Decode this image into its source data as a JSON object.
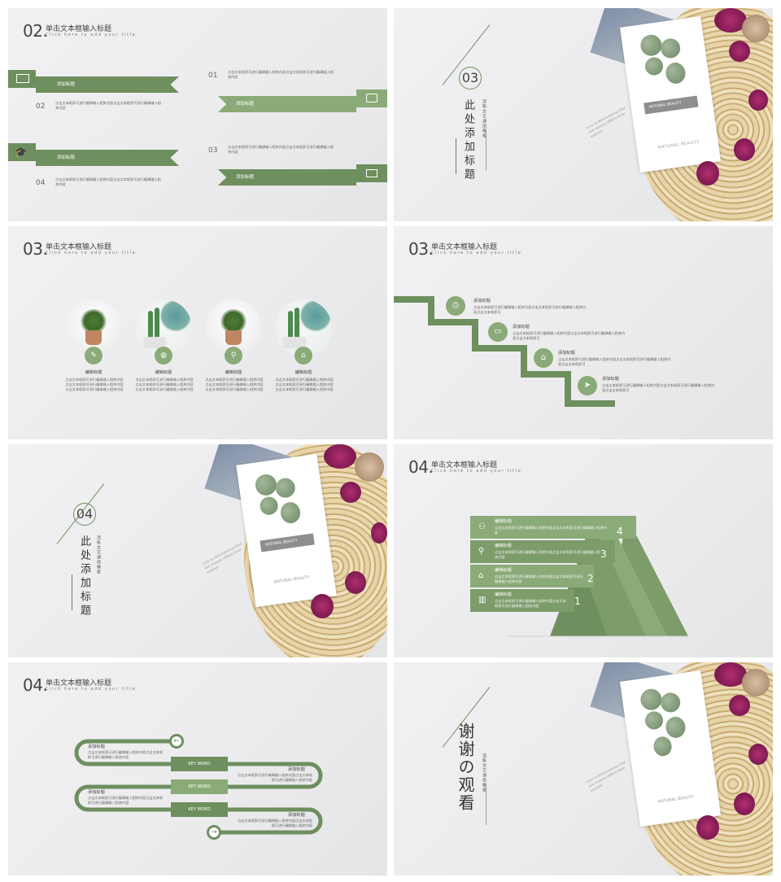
{
  "slides": [
    {
      "num": "02.",
      "title": "单击文本框输入标题",
      "subtitle": "Click here to add your title",
      "items": [
        {
          "n": "01",
          "label": "添加标题",
          "desc": "点击文本框即可进行编辑输入相关内容点击文本框即可进行编辑输入相关内容"
        },
        {
          "n": "02",
          "label": "添加标题",
          "desc": "点击文本框即可进行编辑输入相关内容点击文本框即可进行编辑输入相关内容"
        },
        {
          "n": "03",
          "label": "添加标题",
          "desc": "点击文本框即可进行编辑输入相关内容点击文本框即可进行编辑输入相关内容"
        },
        {
          "n": "04",
          "label": "添加标题",
          "desc": "点击文本框即可进行编辑输入相关内容点击文本框即可进行编辑输入相关内容"
        }
      ]
    },
    {
      "badge": "03",
      "heading": "此处添加标题",
      "side": "清新文艺通用模板",
      "card_label": "NATURAL BEAUTY",
      "card_caption": "NATURAL BEAUTY",
      "note": "Love is deliciousness that one women differs from another"
    },
    {
      "num": "03.",
      "title": "单击文本框输入标题",
      "subtitle": "Click here to add your title",
      "cards": [
        {
          "label": "编辑标题",
          "desc": "点击文本框即可进行编辑输入相关内容点击文本框即可进行编辑输入相关内容点击文本框即可进行编辑输入相关内容"
        },
        {
          "label": "编辑标题",
          "desc": "点击文本框即可进行编辑输入相关内容点击文本框即可进行编辑输入相关内容点击文本框即可进行编辑输入相关内容"
        },
        {
          "label": "编辑标题",
          "desc": "点击文本框即可进行编辑输入相关内容点击文本框即可进行编辑输入相关内容点击文本框即可进行编辑输入相关内容"
        },
        {
          "label": "编辑标题",
          "desc": "点击文本框即可进行编辑输入相关内容点击文本框即可进行编辑输入相关内容点击文本框即可进行编辑输入相关内容"
        }
      ]
    },
    {
      "num": "03.",
      "title": "单击文本框输入标题",
      "subtitle": "Click here to add your title",
      "steps": [
        {
          "label": "添加标题",
          "desc": "点击文本框即可进行编辑输入相关内容点击文本框即可进行编辑输入相关内容点击文本框即可"
        },
        {
          "label": "添加标题",
          "desc": "点击文本框即可进行编辑输入相关内容点击文本框即可进行编辑输入相关内容点击文本框即可"
        },
        {
          "label": "添加标题",
          "desc": "点击文本框即可进行编辑输入相关内容点击文本框即可进行编辑输入相关内容点击文本框即可"
        },
        {
          "label": "添加标题",
          "desc": "点击文本框即可进行编辑输入相关内容点击文本框即可进行编辑输入相关内容点击文本框即可"
        }
      ]
    },
    {
      "badge": "04",
      "heading": "此处添加标题",
      "side": "清新文艺通用模板",
      "card_label": "NATURAL BEAUTY",
      "card_caption": "NATURAL BEAUTY",
      "note": "Love is deliciousness that one women differs from another"
    },
    {
      "num": "04.",
      "title": "单击文本框输入标题",
      "subtitle": "Click here to add your title",
      "layers": [
        {
          "label": "编辑标题",
          "desc": "点击文本框即可进行编辑输入相关内容点击文本框即可进行编辑输入相关内容"
        },
        {
          "label": "编辑标题",
          "desc": "点击文本框即可进行编辑输入相关内容点击文本框即可进行编辑输入相关内容"
        },
        {
          "label": "编辑标题",
          "desc": "点击文本框即可进行编辑输入相关内容点击文本框即可进行编辑输入相关内容"
        },
        {
          "label": "编辑标题",
          "desc": "点击文本框即可进行编辑输入相关内容点击文本框即可进行编辑输入相关内容"
        }
      ],
      "numbers": [
        "4",
        "3",
        "2",
        "1"
      ]
    },
    {
      "num": "04.",
      "title": "单击文本框输入标题",
      "subtitle": "Click here to add your title",
      "rows": [
        {
          "label": "添加标题",
          "desc": "点击文本框即可进行编辑输入相关内容点击文本框即可进行编辑输入相关内容"
        },
        {
          "label": "添加标题",
          "desc": "点击文本框即可进行编辑输入相关内容点击文本框即可进行编辑输入相关内容"
        },
        {
          "label": "添加标题",
          "desc": "点击文本框即可进行编辑输入相关内容点击文本框即可进行编辑输入相关内容"
        },
        {
          "label": "添加标题",
          "desc": "点击文本框即可进行编辑输入相关内容点击文本框即可进行编辑输入相关内容"
        }
      ],
      "keywords": [
        "KEY WORD",
        "KEY WORD",
        "KEY WORD"
      ]
    },
    {
      "heading": "谢谢の观看",
      "side": "清新文艺通用模板",
      "card_caption": "NATURAL BEAUTY",
      "note": "Love is deliciousness that one women differs from another"
    }
  ],
  "colors": {
    "accent": "#6e8f5e",
    "accent_light": "#8aab78",
    "background": "#ececee"
  },
  "icons": [
    "newspaper-icon",
    "briefcase-icon",
    "graduation-cap-icon",
    "money-icon",
    "pencil-icon",
    "globe-icon",
    "search-icon",
    "home-icon",
    "lock-icon",
    "monitor-icon",
    "send-icon",
    "user-icon",
    "chart-icon",
    "arrow-left-icon",
    "arrow-right-icon"
  ]
}
